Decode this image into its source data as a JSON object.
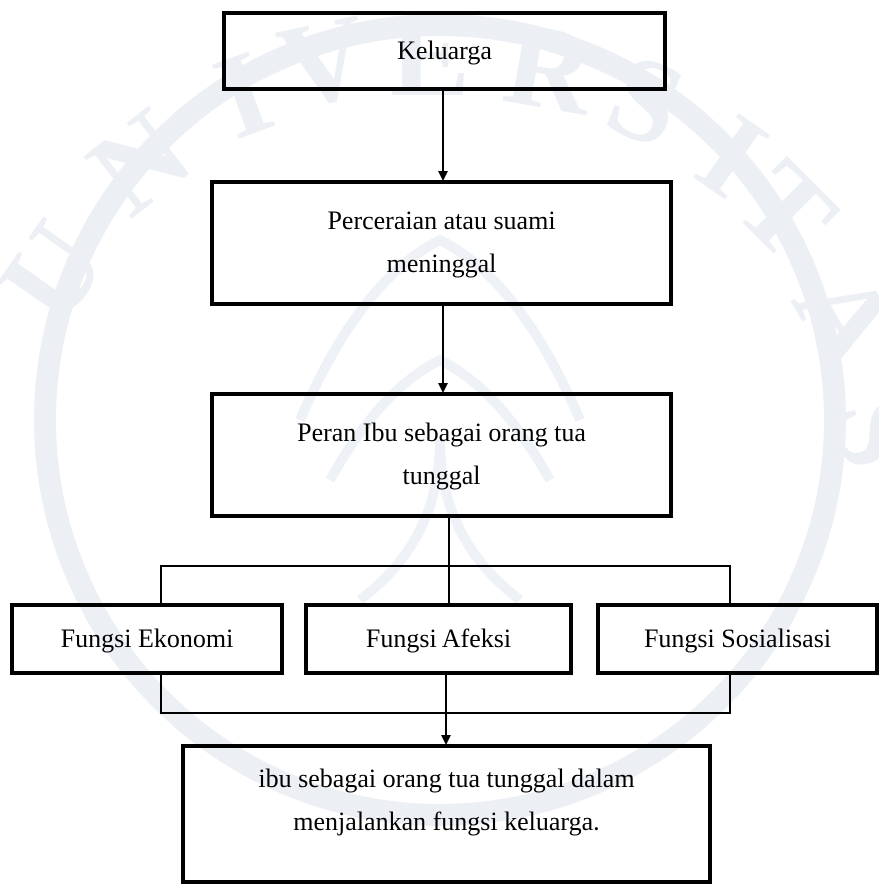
{
  "diagram": {
    "nodes": {
      "keluarga": "Keluarga",
      "perceraian": [
        "Perceraian atau suami",
        "meninggal"
      ],
      "peran": [
        "Peran Ibu sebagai orang tua",
        "tunggal"
      ],
      "fungsi_ekonomi": "Fungsi Ekonomi",
      "fungsi_afeksi": "Fungsi Afeksi",
      "fungsi_sosialisasi": "Fungsi Sosialisasi",
      "kesimpulan": [
        "ibu sebagai orang tua tunggal dalam",
        "menjalankan fungsi keluarga."
      ]
    },
    "edges": [
      {
        "from": "keluarga",
        "to": "perceraian"
      },
      {
        "from": "perceraian",
        "to": "peran"
      },
      {
        "from": "peran",
        "to": "fungsi_ekonomi"
      },
      {
        "from": "peran",
        "to": "fungsi_afeksi"
      },
      {
        "from": "peran",
        "to": "fungsi_sosialisasi"
      },
      {
        "from": "fungsi_ekonomi",
        "to": "kesimpulan"
      },
      {
        "from": "fungsi_afeksi",
        "to": "kesimpulan"
      },
      {
        "from": "fungsi_sosialisasi",
        "to": "kesimpulan"
      }
    ],
    "line_color": "#000000",
    "watermark_color": "#e9ecf2"
  }
}
